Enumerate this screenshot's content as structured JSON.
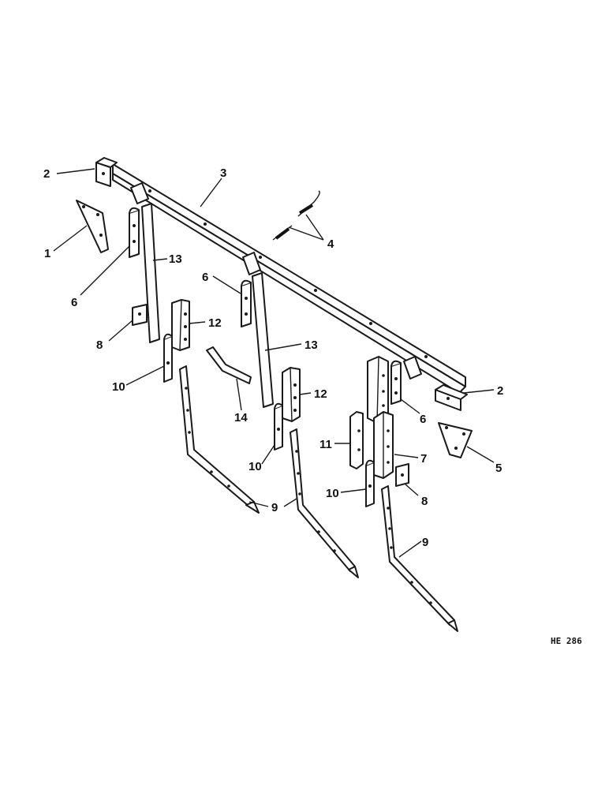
{
  "diagram": {
    "reference_code": "HE 286",
    "callouts": [
      {
        "id": "c2a",
        "label": "2"
      },
      {
        "id": "c1",
        "label": "1"
      },
      {
        "id": "c3",
        "label": "3"
      },
      {
        "id": "c4",
        "label": "4"
      },
      {
        "id": "c6a",
        "label": "6"
      },
      {
        "id": "c13a",
        "label": "13"
      },
      {
        "id": "c6b",
        "label": "6"
      },
      {
        "id": "c8a",
        "label": "8"
      },
      {
        "id": "c12a",
        "label": "12"
      },
      {
        "id": "c13b",
        "label": "13"
      },
      {
        "id": "c10a",
        "label": "10"
      },
      {
        "id": "c14",
        "label": "14"
      },
      {
        "id": "c12b",
        "label": "12"
      },
      {
        "id": "c2b",
        "label": "2"
      },
      {
        "id": "c6c",
        "label": "6"
      },
      {
        "id": "c5",
        "label": "5"
      },
      {
        "id": "c11",
        "label": "11"
      },
      {
        "id": "c7",
        "label": "7"
      },
      {
        "id": "c10b",
        "label": "10"
      },
      {
        "id": "c8b",
        "label": "8"
      },
      {
        "id": "c10c",
        "label": "10"
      },
      {
        "id": "c9a",
        "label": "9"
      },
      {
        "id": "c9b",
        "label": "9"
      }
    ]
  }
}
